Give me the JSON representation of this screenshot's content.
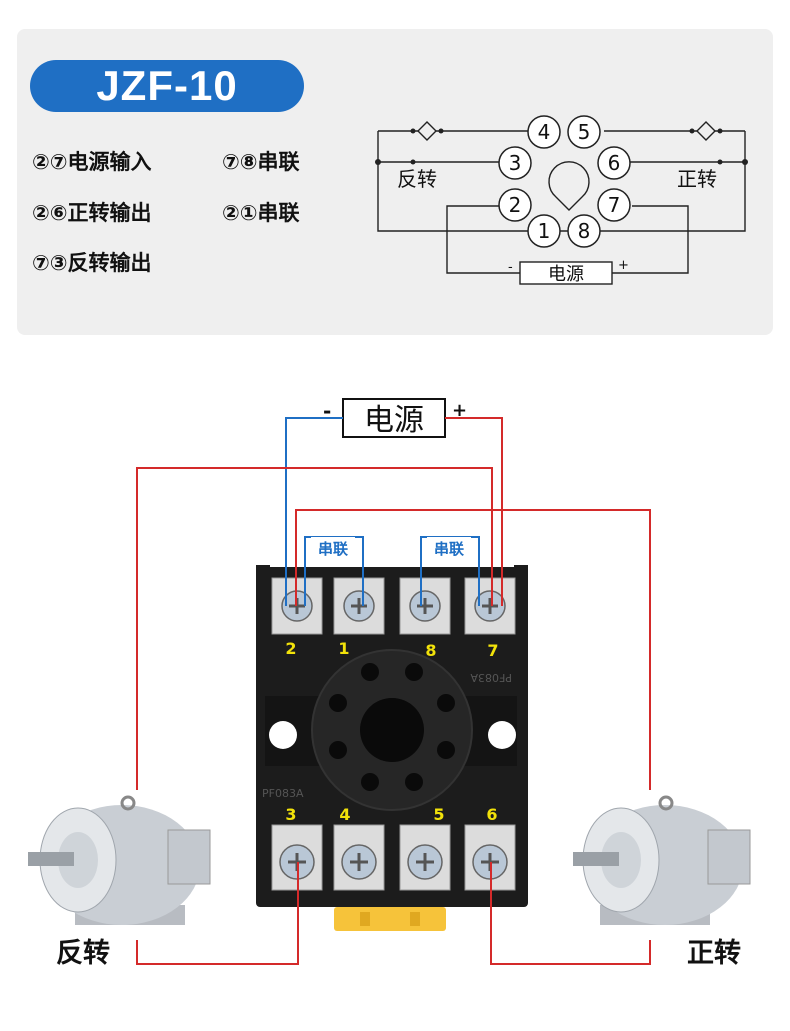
{
  "title": "JZF-10",
  "functions": [
    {
      "text": "②⑦电源输入"
    },
    {
      "text": "⑦⑧串联"
    },
    {
      "text": "②⑥正转输出"
    },
    {
      "text": "②①串联"
    },
    {
      "text": "⑦③反转输出"
    }
  ],
  "schematic": {
    "pins": [
      "4",
      "5",
      "3",
      "6",
      "2",
      "7",
      "1",
      "8"
    ],
    "reverse_label": "反转",
    "forward_label": "正转",
    "power_label": "电源",
    "minus": "-",
    "plus": "+"
  },
  "wiring": {
    "power_label": "电源",
    "minus": "-",
    "plus": "+",
    "series_left": "串联",
    "series_right": "串联",
    "top_terminals": [
      "2",
      "1",
      "8",
      "7"
    ],
    "bottom_terminals": [
      "3",
      "4",
      "5",
      "6"
    ],
    "base_marking_top": "PF083A",
    "base_marking_bottom": "PF083A",
    "motor_left_label": "反转",
    "motor_right_label": "正转"
  },
  "colors": {
    "title_bg": "#1f6fc4",
    "wire_blue": "#1f6fc4",
    "wire_red": "#d42a2a",
    "terminal_number": "#f2e20a",
    "socket": "#1c1c1c"
  }
}
